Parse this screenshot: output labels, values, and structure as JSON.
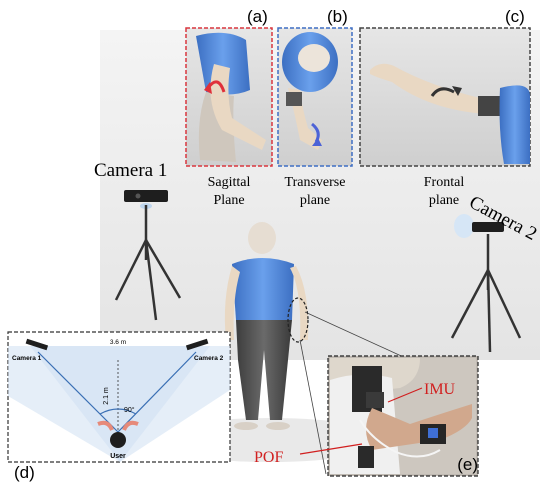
{
  "panels": {
    "a": "(a)",
    "b": "(b)",
    "c": "(c)",
    "d": "(d)",
    "e": "(e)"
  },
  "planes": {
    "sagittal": [
      "Sagittal",
      "Plane"
    ],
    "transverse": [
      "Transverse",
      "plane"
    ],
    "frontal": [
      "Frontal",
      "plane"
    ]
  },
  "cameras": {
    "camera1": "Camera 1",
    "camera2": "Camera 2"
  },
  "layout_inset": {
    "width_label": "3.6 m",
    "depth_label": "2.1 m",
    "angle_label": "90°",
    "camera1_label": "Camera 1",
    "camera2_label": "Camera 2",
    "user_label": "User"
  },
  "sensors": {
    "imu": "IMU",
    "pof": "POF"
  },
  "colors": {
    "sagittal_border": "#d9363e",
    "transverse_border": "#3f6fc4",
    "inset_border": "#333333",
    "shirt_blue": "#4f86d9",
    "skin": "#e9d8c3",
    "sensor_label_red": "#d11f1f"
  }
}
